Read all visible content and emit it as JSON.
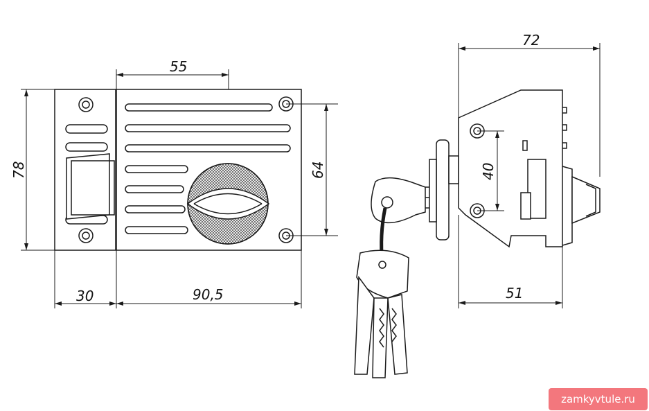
{
  "dimensions": {
    "top_width": "55",
    "height_total": "78",
    "hole_spacing": "64",
    "case_width": "90,5",
    "strike_width": "30",
    "depth_total": "72",
    "side_hole_spacing": "40",
    "depth_body": "51"
  },
  "watermark": "zamkyvtule.ru",
  "colors": {
    "line": "#1a1a1a",
    "watermark_bg": "#f3777d"
  }
}
